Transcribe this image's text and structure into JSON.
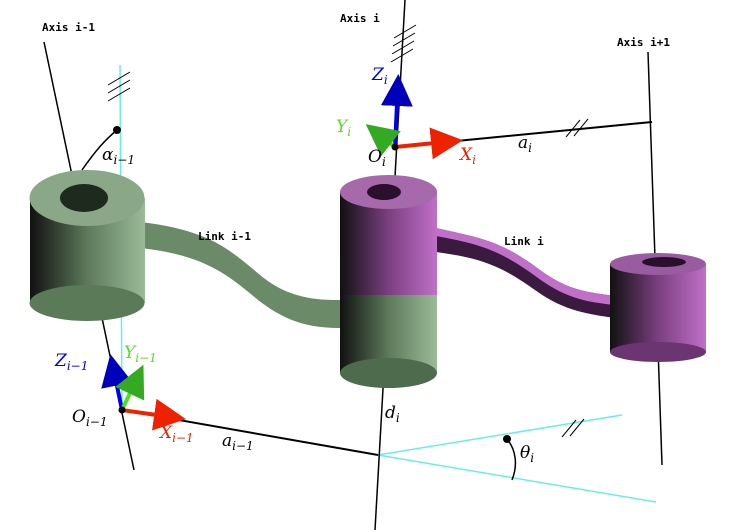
{
  "axes": {
    "axis_prev": "Axis i-1",
    "axis_cur": "Axis i",
    "axis_next": "Axis i+1"
  },
  "links": {
    "link_prev": "Link i-1",
    "link_cur": "Link i"
  },
  "frame_i": {
    "z": "Z",
    "z_sub": "i",
    "y": "Y",
    "y_sub": "i",
    "x": "X",
    "x_sub": "i",
    "o": "O",
    "o_sub": "i"
  },
  "frame_prev": {
    "z": "Z",
    "z_sub": "i−1",
    "y": "Y",
    "y_sub": "i−1",
    "x": "X",
    "x_sub": "i−1",
    "o": "O",
    "o_sub": "i−1"
  },
  "params": {
    "alpha": "α",
    "alpha_sub": "i−1",
    "a_i": "a",
    "a_i_sub": "i",
    "a_prev": "a",
    "a_prev_sub": "i−1",
    "d": "d",
    "d_sub": "i",
    "theta": "θ",
    "theta_sub": "i"
  },
  "colors": {
    "z_axis": "#0000ee",
    "x_axis": "#ee2200",
    "y_axis": "#55dd22",
    "green_link": "#6b8a68",
    "purple_link": "#b060b8",
    "cyan": "#66eeee"
  }
}
